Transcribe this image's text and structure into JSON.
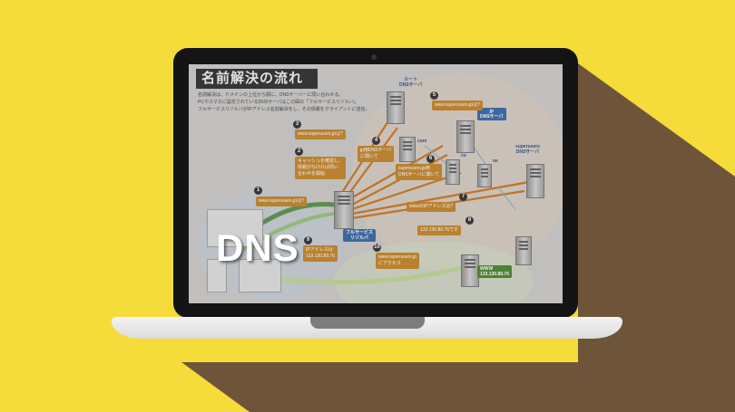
{
  "colors": {
    "background": "#f6dc3a",
    "shadow": "#6e5539",
    "laptop_frame": "#141414",
    "laptop_base": "#e8e8e8",
    "callout": "#bf7a18"
  },
  "overlay": {
    "title": "DNS"
  },
  "slide": {
    "title": "名前解決の流れ",
    "intro": [
      "名前解決は、ドメインの上位から順に、DNSサーバーに問い合わせる。",
      "PCやスマホに設定されているDNSサーバはこの図の「フルサービスリゾルバ」",
      "フルサービスリゾルバがIPアドレス名前解決をし、その情報をクライアントに送信。"
    ],
    "callouts": {
      "c1": "www.superusers.jpは?",
      "c2": [
        "キャッシュを確認し、",
        "情報がなければ問い",
        "合わせを開始"
      ],
      "c3": "www.superusers.jpは?",
      "c4": [
        "jp用DNSサーバ",
        "に聞いて"
      ],
      "c5": "www.superusers.jpは?",
      "c6": [
        "superusers.jp用",
        "DNSサーバに聞いて"
      ],
      "c7": "wwwのIPアドレスは?",
      "c8": "133.130.89.76です",
      "c9": [
        "IPアドレスは",
        "133.130.89.76"
      ],
      "c10": [
        "www.superusers.jp",
        "にアクセス"
      ]
    },
    "numbers": [
      "1",
      "2",
      "3",
      "4",
      "5",
      "6",
      "7",
      "8",
      "9",
      "10"
    ],
    "servers": {
      "root": [
        "ルート",
        "DNSサーバ"
      ],
      "com": "com",
      "jp": [
        "jp",
        "DNSサーバ"
      ],
      "co": "co",
      "ne": "ne",
      "superusers": [
        "superusers",
        "DNSサーバ"
      ],
      "resolver": [
        "フルサービス",
        "リゾルバ"
      ],
      "web": [
        "WWW",
        "133.130.89.76"
      ]
    }
  }
}
